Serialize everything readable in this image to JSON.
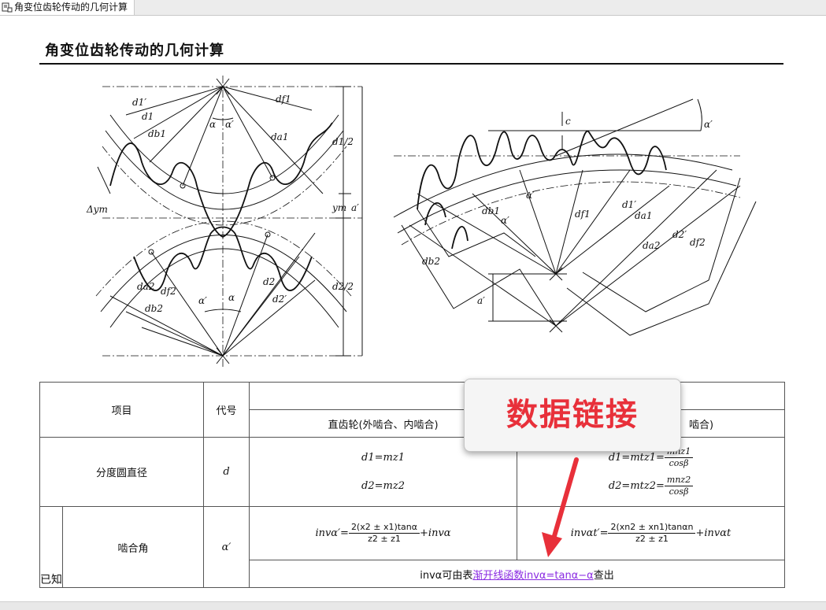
{
  "tab": {
    "label": "角变位齿轮传动的几何计算",
    "icon": "document-icon"
  },
  "page_title": "角变位齿轮传动的几何计算",
  "figure_labels": {
    "d1p": "d1′",
    "d1": "d1",
    "db1": "db1",
    "df1": "df1",
    "da1": "da1",
    "alpha": "α",
    "alpha_p": "α′",
    "delta_ym": "Δym",
    "ym": "ym",
    "a_p": "a′",
    "d1_half": "d1/2",
    "d2_half": "d2/2",
    "da2": "da2",
    "df2": "df2",
    "db2": "db2",
    "d2": "d2",
    "d2p": "d2′",
    "c": "c",
    "r_db1": "db1",
    "r_df1": "df1",
    "r_d1p": "d1′",
    "r_da1": "da1",
    "r_da2": "da2",
    "r_d2p": "d2′",
    "r_df2": "df2",
    "r_db2": "db2"
  },
  "table": {
    "header": {
      "item": "项目",
      "symbol": "代号",
      "spur": "直齿轮(外啮合、内啮合)",
      "helical": "啮合)"
    },
    "row_pitch": {
      "item": "分度圆直径",
      "symbol": "d",
      "spur_1": "d1=mz1",
      "spur_2": "d2=mz2",
      "hel_1_lhs": "d1=mtz1=",
      "hel_1_num": "mnz1",
      "hel_1_den": "cosβ",
      "hel_2_lhs": "d2=mtz2=",
      "hel_2_num": "mnz2",
      "hel_2_den": "cosβ"
    },
    "row_mesh": {
      "group": "已知",
      "item": "啮合角",
      "symbol": "α′",
      "spur_lhs": "invα′=",
      "spur_num": "2(x2 ± x1)tanα",
      "spur_den": "z2 ± z1",
      "spur_rhs": "+invα",
      "hel_lhs": "invαt′=",
      "hel_num": "2(xn2 ± xn1)tanαn",
      "hel_den": "z2 ± z1",
      "hel_rhs": "+invαt",
      "note_pre": "invα可由表",
      "note_link": "渐开线函数invα=tanα−α",
      "note_post": "查出"
    }
  },
  "overlay": {
    "label": "数据链接"
  }
}
